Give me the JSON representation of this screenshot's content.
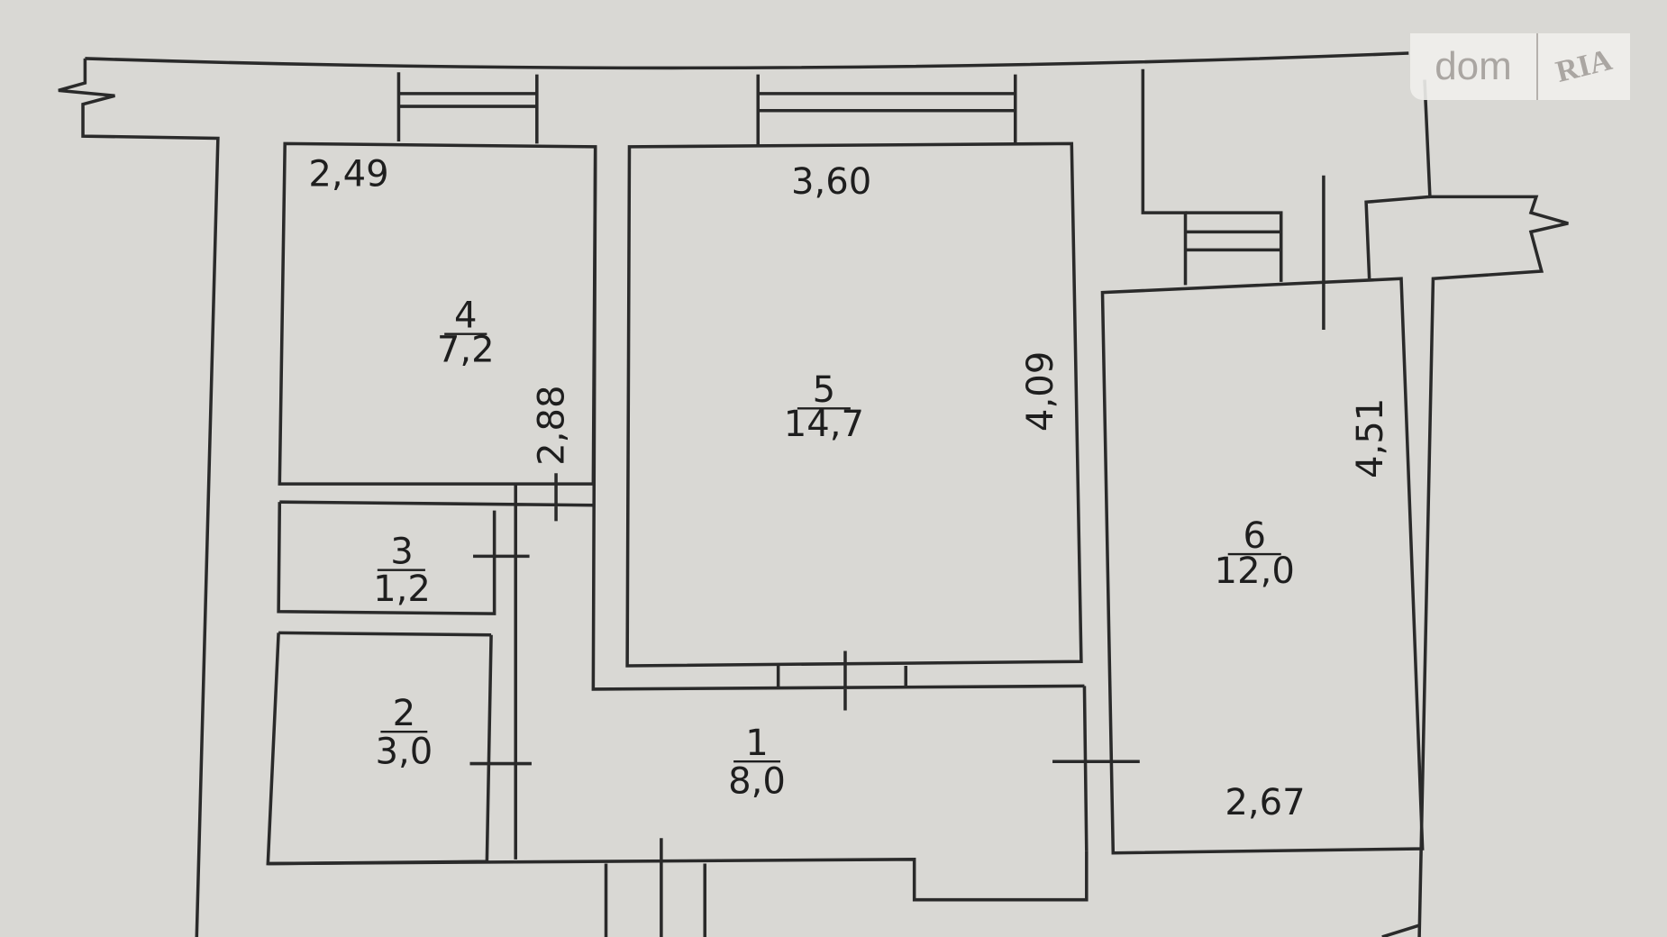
{
  "logo": {
    "left": "dom",
    "right": "RIA"
  },
  "rooms": [
    {
      "number": "1",
      "area": "8,0"
    },
    {
      "number": "2",
      "area": "3,0"
    },
    {
      "number": "3",
      "area": "1,2"
    },
    {
      "number": "4",
      "area": "7,2"
    },
    {
      "number": "5",
      "area": "14,7"
    },
    {
      "number": "6",
      "area": "12,0"
    }
  ],
  "dimensions": {
    "room4_width": "2,49",
    "room4_length": "2,88",
    "room5_width": "3,60",
    "room5_length": "4,09",
    "room6_length": "4,51",
    "room6_width": "2,67"
  }
}
